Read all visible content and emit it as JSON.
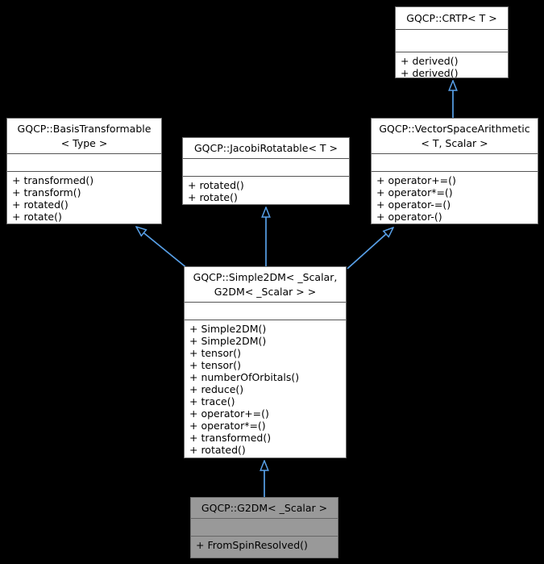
{
  "diagram": {
    "type": "uml-inheritance-diagram",
    "colors": {
      "background": "#000000",
      "node_fill": "#ffffff",
      "node_border": "#6e6e6e",
      "separator": "#555555",
      "highlight_fill": "#999999",
      "highlight_separator": "#666666",
      "arrow": "#58a0e8",
      "text": "#000000"
    }
  },
  "nodes": {
    "crtp": {
      "title_lines": [
        "GQCP::CRTP< T >"
      ],
      "methods": [
        "+ derived()",
        "+ derived()"
      ]
    },
    "basis_transformable": {
      "title_lines": [
        "GQCP::BasisTransformable",
        "< Type >"
      ],
      "methods": [
        "+ transformed()",
        "+ transform()",
        "+ rotated()",
        "+ rotate()"
      ]
    },
    "jacobi_rotatable": {
      "title_lines": [
        "GQCP::JacobiRotatable< T >"
      ],
      "methods": [
        "+ rotated()",
        "+ rotate()"
      ]
    },
    "vector_space_arithmetic": {
      "title_lines": [
        "GQCP::VectorSpaceArithmetic",
        "< T, Scalar >"
      ],
      "methods": [
        "+ operator+=()",
        "+ operator*=()",
        "+ operator-=()",
        "+ operator-()"
      ]
    },
    "simple_2dm": {
      "title_lines": [
        "GQCP::Simple2DM< _Scalar,",
        "G2DM< _Scalar > >"
      ],
      "methods": [
        "+ Simple2DM()",
        "+ Simple2DM()",
        "+ tensor()",
        "+ tensor()",
        "+ numberOfOrbitals()",
        "+ reduce()",
        "+ trace()",
        "+ operator+=()",
        "+ operator*=()",
        "+ transformed()",
        "+ rotated()"
      ]
    },
    "g2dm": {
      "title_lines": [
        "GQCP::G2DM< _Scalar >"
      ],
      "methods": [
        "+ FromSpinResolved()"
      ]
    }
  }
}
